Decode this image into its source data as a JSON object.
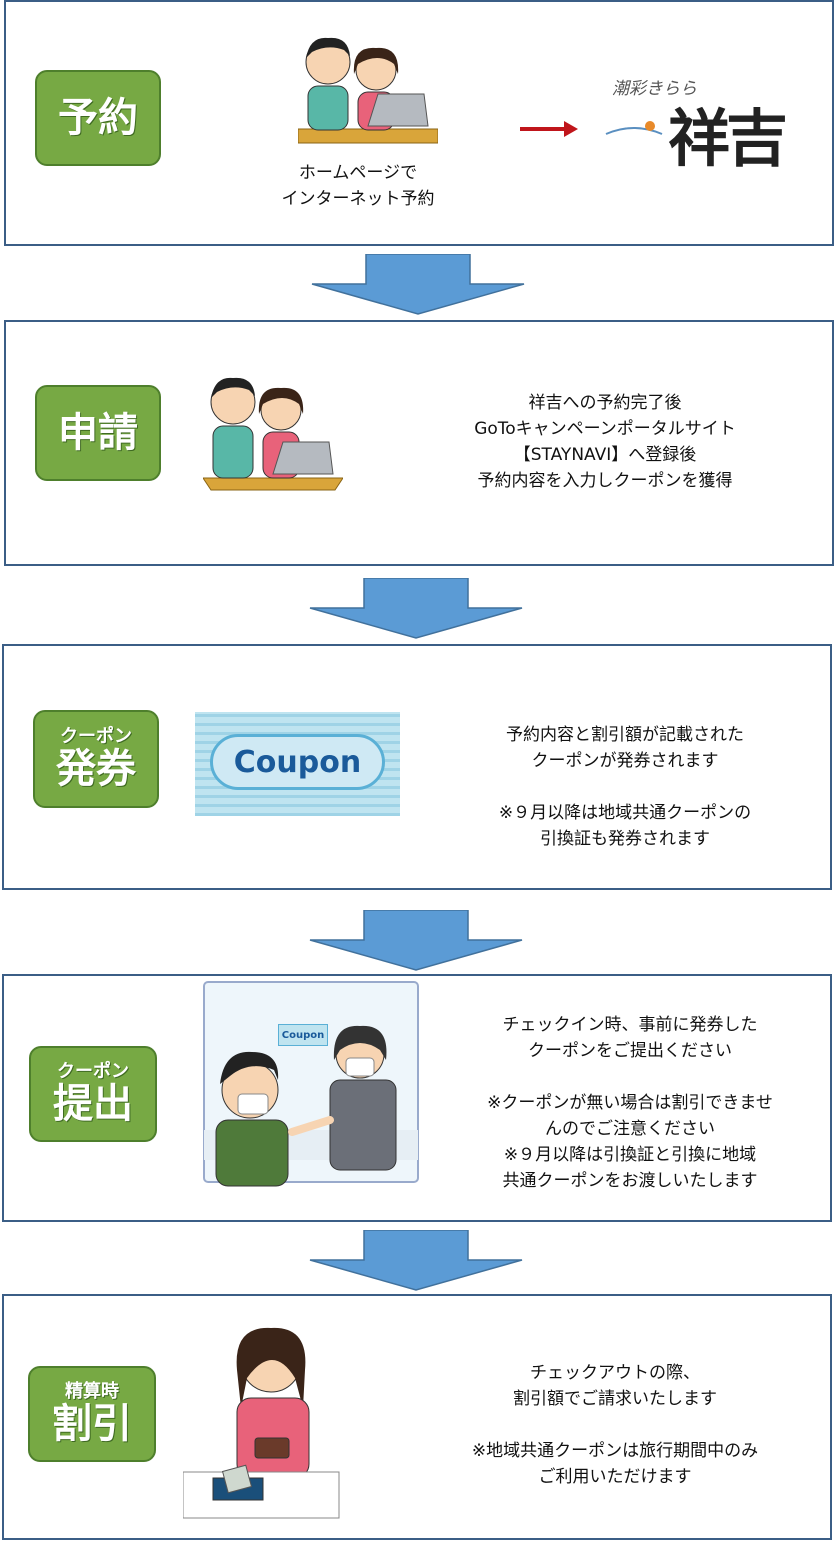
{
  "steps": [
    {
      "id": "reservation",
      "badge_small": "",
      "badge_big": "予約",
      "caption": [
        "ホームページで",
        "インターネット予約"
      ],
      "logo_small": "潮彩きらら",
      "logo_big": "祥吉",
      "desc": []
    },
    {
      "id": "application",
      "badge_small": "",
      "badge_big": "申請",
      "desc": [
        "祥吉への予約完了後",
        "GoToキャンペーンポータルサイト",
        "【STAYNAVI】へ登録後",
        "予約内容を入力しクーポンを獲得"
      ]
    },
    {
      "id": "issue",
      "badge_small": "クーポン",
      "badge_big": "発券",
      "coupon_label": "Coupon",
      "desc": [
        "予約内容と割引額が記載された",
        "クーポンが発券されます",
        "",
        "※９月以降は地域共通クーポンの",
        "引換証も発券されます"
      ]
    },
    {
      "id": "submit",
      "badge_small": "クーポン",
      "badge_big": "提出",
      "coupon_label": "Coupon",
      "desc": [
        "チェックイン時、事前に発券した",
        "クーポンをご提出ください",
        "",
        "※クーポンが無い場合は割引できませ",
        "んのでご注意ください",
        "※９月以降は引換証と引換に地域",
        "共通クーポンをお渡しいたします"
      ]
    },
    {
      "id": "discount",
      "badge_small": "精算時",
      "badge_big": "割引",
      "desc": [
        "チェックアウトの際、",
        "割引額でご請求いたします",
        "",
        "※地域共通クーポンは旅行期間中のみ",
        "ご利用いただけます"
      ]
    }
  ],
  "colors": {
    "badge_green": "#77a944",
    "frame_blue": "#3b5e86",
    "arrow_blue": "#5b9bd5",
    "red_arrow": "#c0151b"
  }
}
